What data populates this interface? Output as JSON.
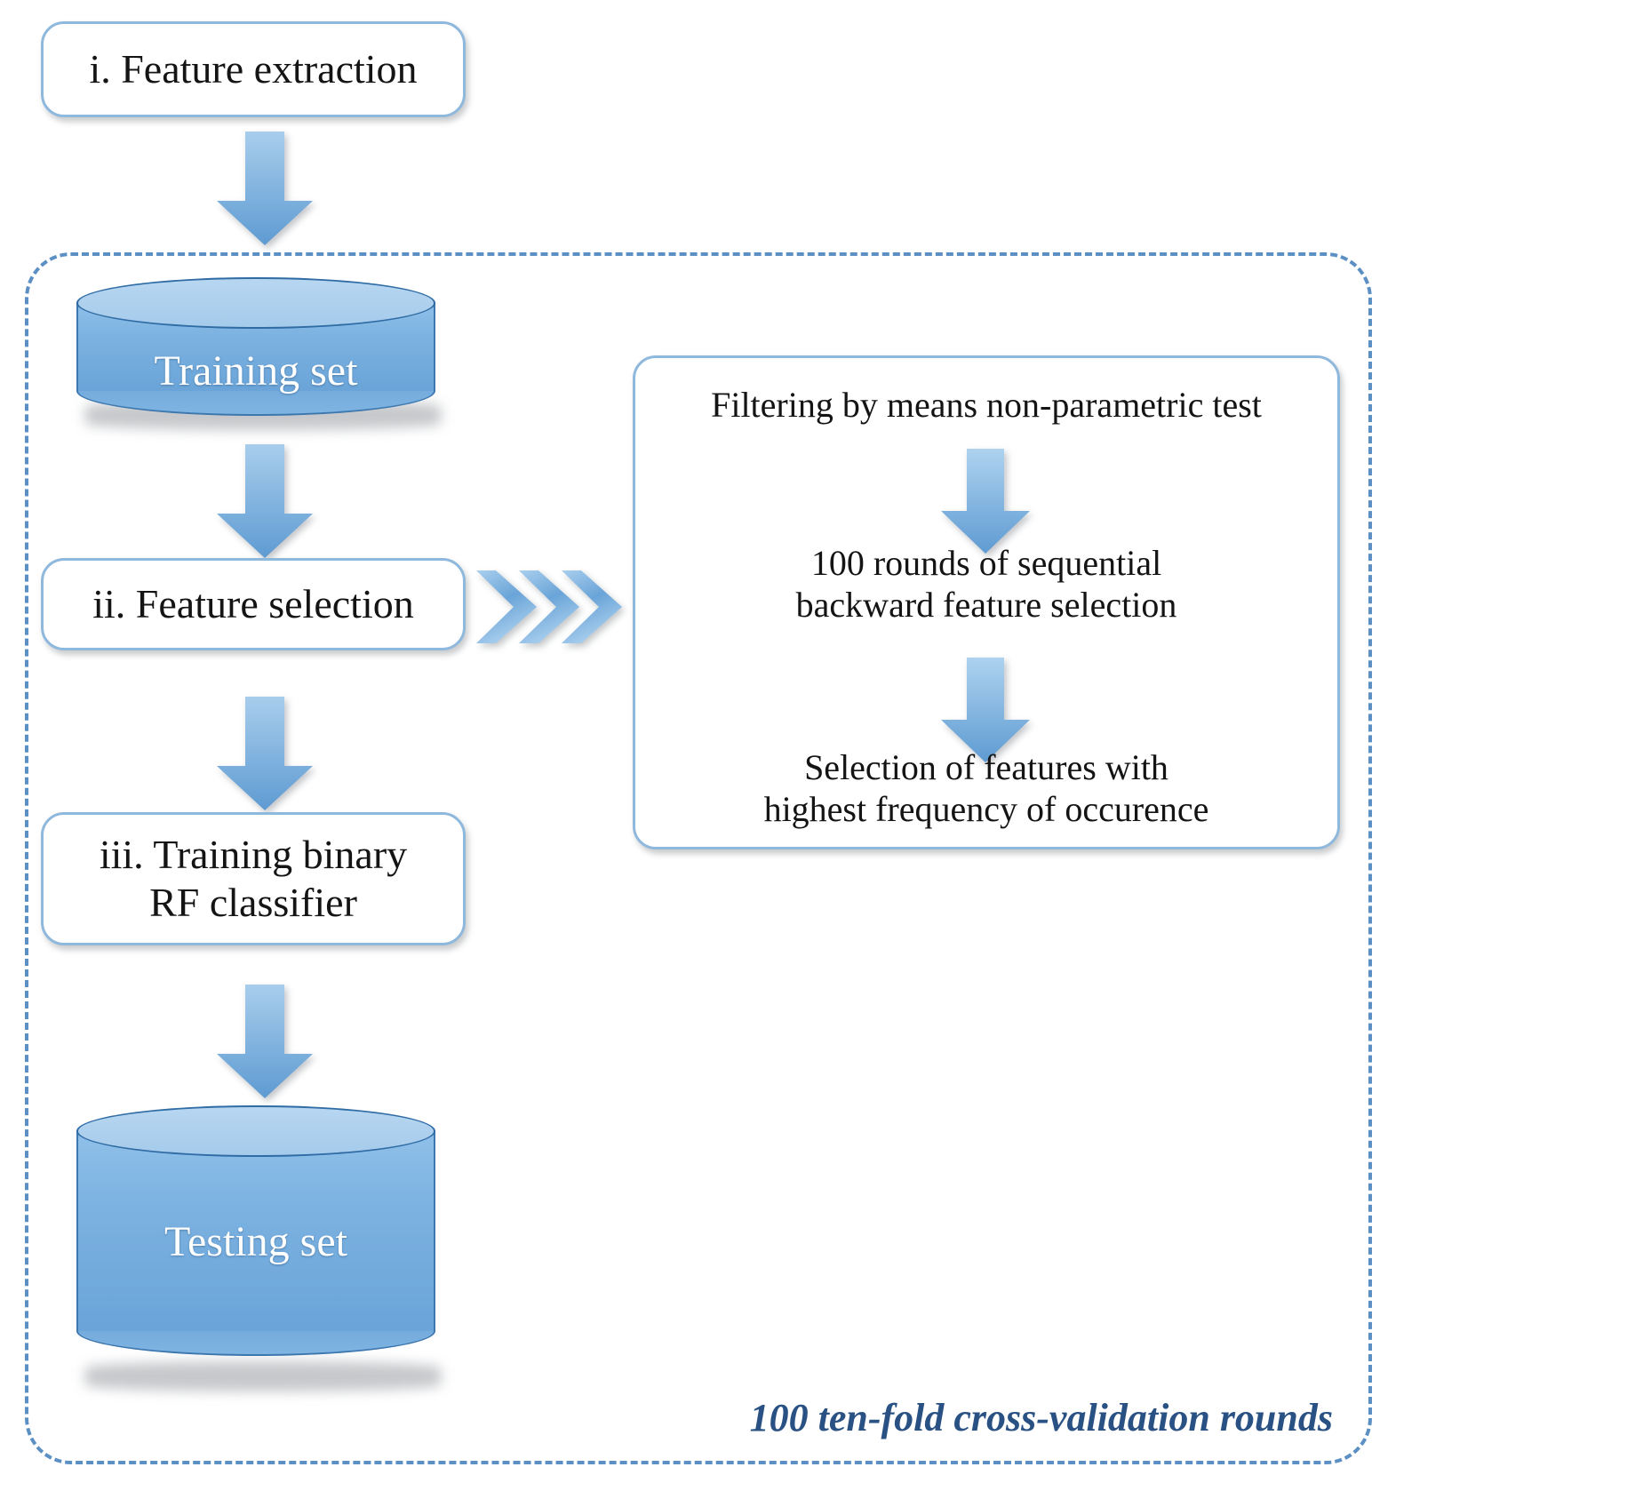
{
  "diagram": {
    "title_nodes": {
      "feature_extraction": "i. Feature extraction",
      "feature_selection": "ii. Feature selection",
      "training_classifier": "iii. Training binary\nRF classifier"
    },
    "datastores": {
      "training_set": "Training set",
      "testing_set": "Testing set"
    },
    "right_panel": {
      "step1": "Filtering by means non-parametric test",
      "step2": "100 rounds of sequential\nbackward feature selection",
      "step3": "Selection of features with\nhighest frequency of occurence"
    },
    "caption": "100 ten-fold cross-validation rounds",
    "colors": {
      "box_border": "#8fb8dd",
      "arrow_fill": "#6aa4d8",
      "arrow_fill_light": "#a8cdec",
      "dashed_border": "#5c8fc4",
      "cylinder_body": "#79b0e0",
      "cylinder_top": "#a5cbeb",
      "caption_text": "#2a5183",
      "body_text": "#141414",
      "background": "#ffffff"
    }
  }
}
